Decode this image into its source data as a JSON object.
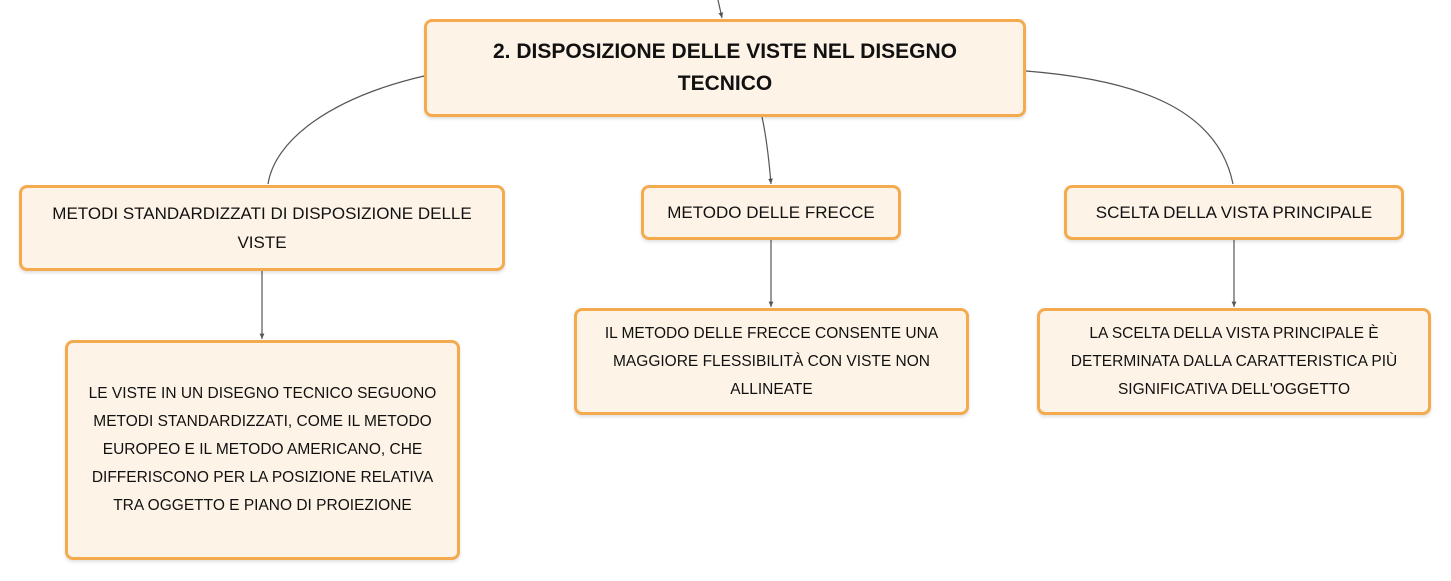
{
  "map": {
    "root": {
      "title": "2. DISPOSIZIONE DELLE VISTE NEL DISEGNO TECNICO"
    },
    "branches": [
      {
        "label": "METODI STANDARDIZZATI DI DISPOSIZIONE DELLE VISTE",
        "detail": "LE VISTE IN UN DISEGNO TECNICO SEGUONO METODI STANDARDIZZATI, COME IL METODO EUROPEO E IL METODO AMERICANO, CHE DIFFERISCONO PER LA POSIZIONE RELATIVA TRA OGGETTO E PIANO DI PROIEZIONE"
      },
      {
        "label": "METODO DELLE FRECCE",
        "detail": "IL METODO DELLE FRECCE CONSENTE UNA MAGGIORE FLESSIBILITÀ CON VISTE NON ALLINEATE"
      },
      {
        "label": "SCELTA DELLA VISTA PRINCIPALE",
        "detail": "LA SCELTA DELLA VISTA PRINCIPALE È DETERMINATA DALLA CARATTERISTICA PIÙ SIGNIFICATIVA DELL'OGGETTO"
      }
    ]
  },
  "colors": {
    "node_border": "#f4ab4f",
    "node_fill": "#fdf3e7",
    "connector": "#555555",
    "text": "#111111"
  }
}
